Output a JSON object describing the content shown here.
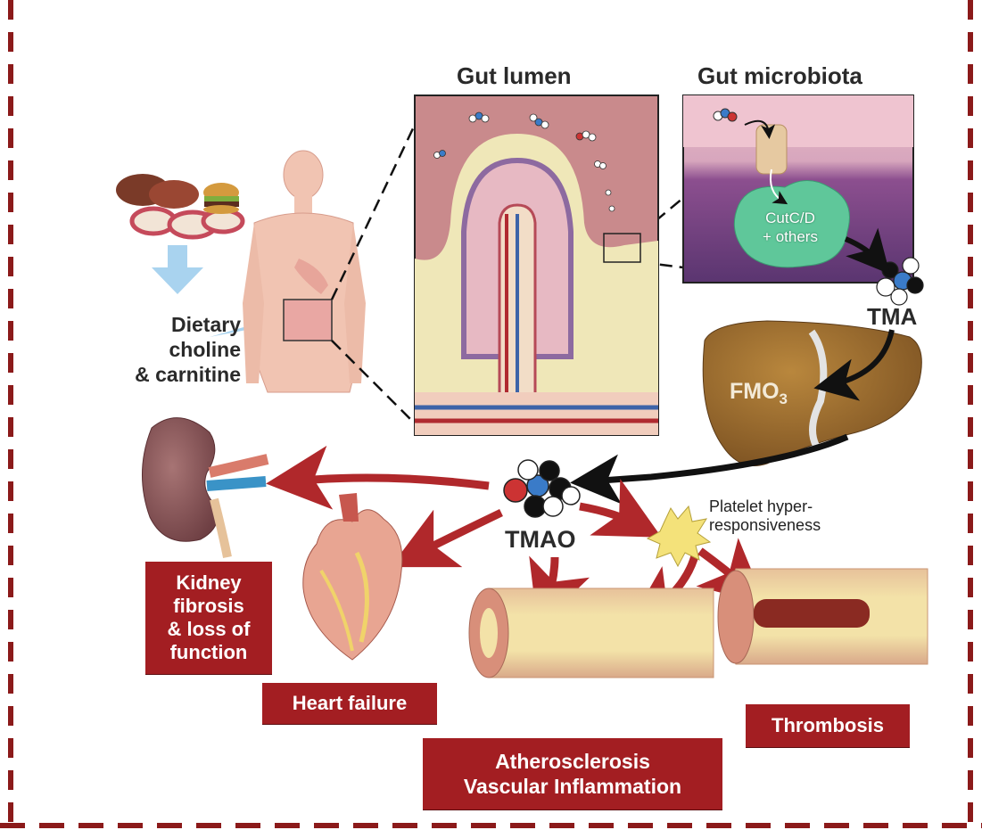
{
  "headings": {
    "gut_lumen": "Gut lumen",
    "gut_microbiota": "Gut microbiota"
  },
  "diet": {
    "line1": "Dietary",
    "line2": "choline",
    "line3": "& carnitine"
  },
  "enzymes": {
    "cutcd_line1": "CutC/D",
    "cutcd_line2": "+ others",
    "fmo_main": "FMO",
    "fmo_sub": "3"
  },
  "metabolites": {
    "tma": "TMA",
    "tmao": "TMAO"
  },
  "platelet": {
    "line1": "Platelet hyper-",
    "line2": "responsiveness"
  },
  "outcomes": {
    "kidney": [
      "Kidney",
      "fibrosis",
      "& loss of",
      "function"
    ],
    "heart": "Heart failure",
    "athero": [
      "Atherosclerosis",
      "Vascular Inflammation"
    ],
    "thrombosis": "Thrombosis"
  },
  "colors": {
    "border_dash": "#8b1a1a",
    "outcome_box": "#a31e22",
    "arrow_red": "#b0282b",
    "arrow_black": "#111111",
    "lumen_bg": "#c98a8c",
    "villus": "#efe7b8",
    "membrane_bg": "#6a3f7a",
    "enzyme": "#5fc79a",
    "liver": "#9a6a2c",
    "kidney": "#8c5a5a",
    "diet_arrow": "#a9d3ef"
  },
  "icons": [
    "meat-icon",
    "burger-icon",
    "human-body-icon",
    "kidney-icon",
    "heart-icon",
    "liver-icon",
    "platelet-icon",
    "molecule-icon",
    "artery-icon"
  ]
}
